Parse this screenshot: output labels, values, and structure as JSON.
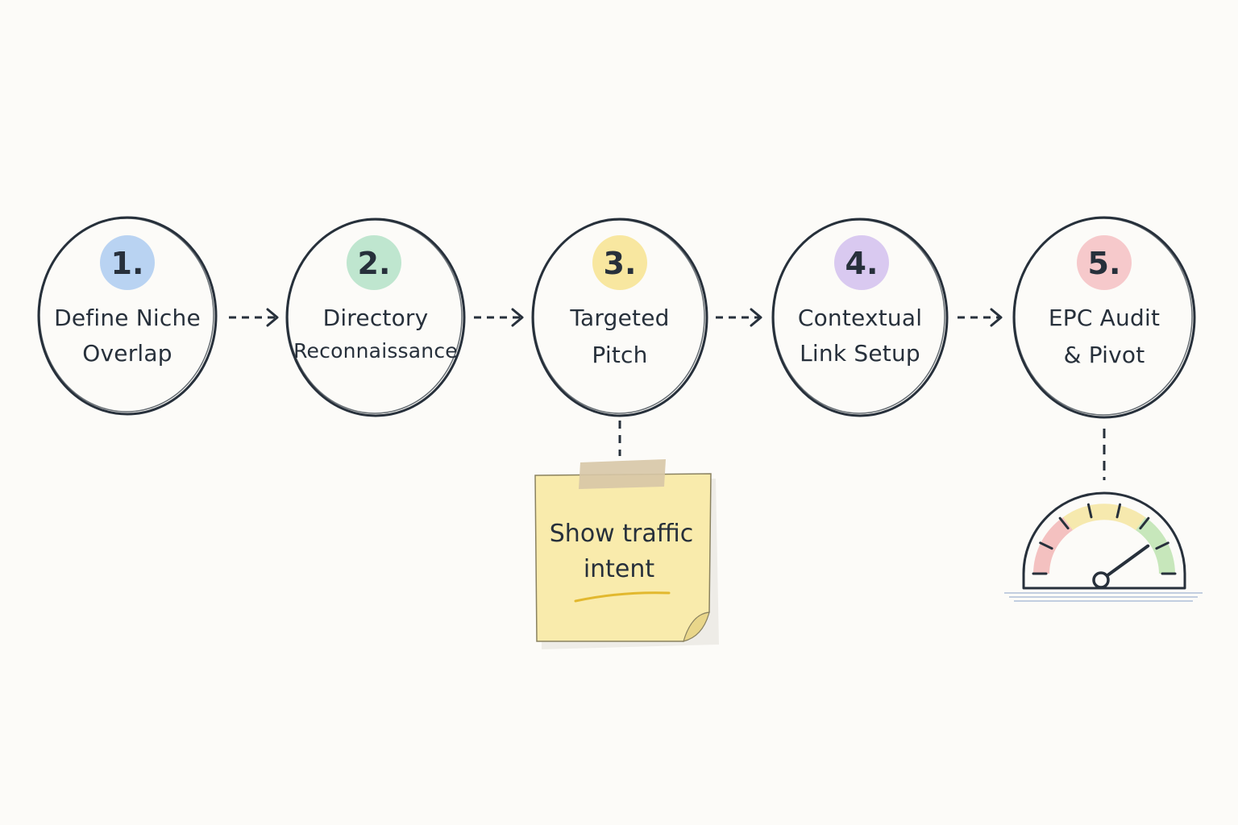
{
  "steps": [
    {
      "number": "1.",
      "lines": [
        "Define Niche",
        "Overlap"
      ],
      "color": "#b9d3f2"
    },
    {
      "number": "2.",
      "lines": [
        "Directory",
        "Reconnaissance"
      ],
      "color": "#bfe6cf"
    },
    {
      "number": "3.",
      "lines": [
        "Targeted",
        "Pitch"
      ],
      "color": "#f8e7a0"
    },
    {
      "number": "4.",
      "lines": [
        "Contextual",
        "Link Setup"
      ],
      "color": "#d9c9f0"
    },
    {
      "number": "5.",
      "lines": [
        "EPC Audit",
        "& Pivot"
      ],
      "color": "#f6c9cb"
    }
  ],
  "note": {
    "lines": [
      "Show traffic",
      "intent"
    ],
    "color": "#f9ebac",
    "tape_color": "#d7c7a6"
  },
  "gauge": {
    "zone_colors": [
      "#f2b6b6",
      "#f4e5a1",
      "#bde3b0"
    ],
    "needle_level": 0.8
  },
  "colors": {
    "ink": "#27303b",
    "background": "#fcfbf8"
  }
}
